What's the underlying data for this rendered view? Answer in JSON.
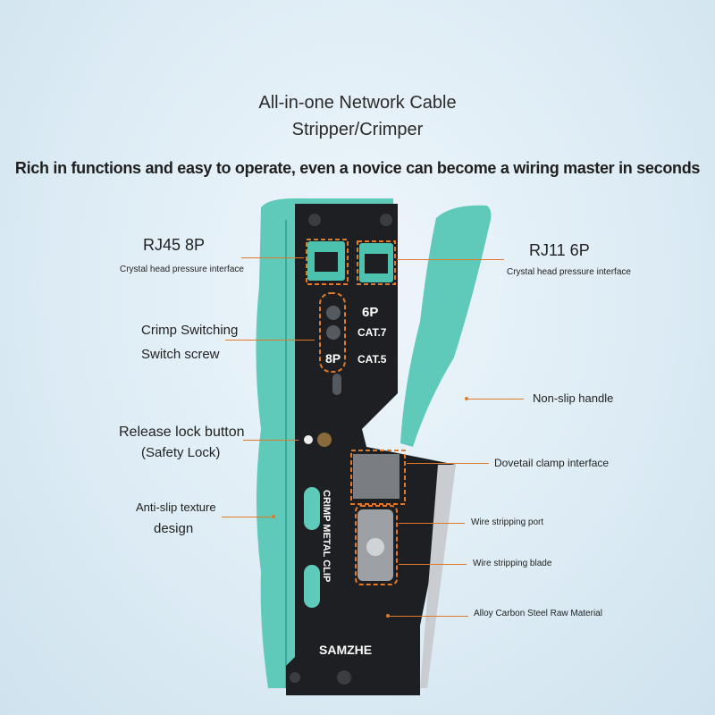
{
  "header": {
    "title_line1": "All-in-one Network Cable",
    "title_line2": "Stripper/Crimper",
    "subtitle": "Rich in functions and easy to operate, even a novice can become a wiring master in seconds"
  },
  "callouts": {
    "rj45_title": "RJ45 8P",
    "rj45_sub": "Crystal head pressure interface",
    "rj11_title": "RJ11 6P",
    "rj11_sub": "Crystal head pressure interface",
    "crimp_switch_1": "Crimp Switching",
    "crimp_switch_2": "Switch screw",
    "nonslip": "Non-slip handle",
    "release_1": "Release lock button",
    "release_2": "(Safety Lock)",
    "dovetail": "Dovetail clamp interface",
    "antislip_1": "Anti-slip texture",
    "antislip_2": "design",
    "strip_port": "Wire stripping port",
    "strip_blade": "Wire stripping blade",
    "alloy": "Alloy Carbon Steel Raw Material"
  },
  "tool": {
    "label_6p": "6P",
    "label_cat7": "CAT.7",
    "label_8p": "8P",
    "label_cat5": "CAT.5",
    "vertical_text": "CRIMP METAL CLIP",
    "brand": "SAMZHE"
  },
  "colors": {
    "accent": "#e07a2a",
    "handle": "#5fcab9",
    "body": "#1d1f22"
  }
}
